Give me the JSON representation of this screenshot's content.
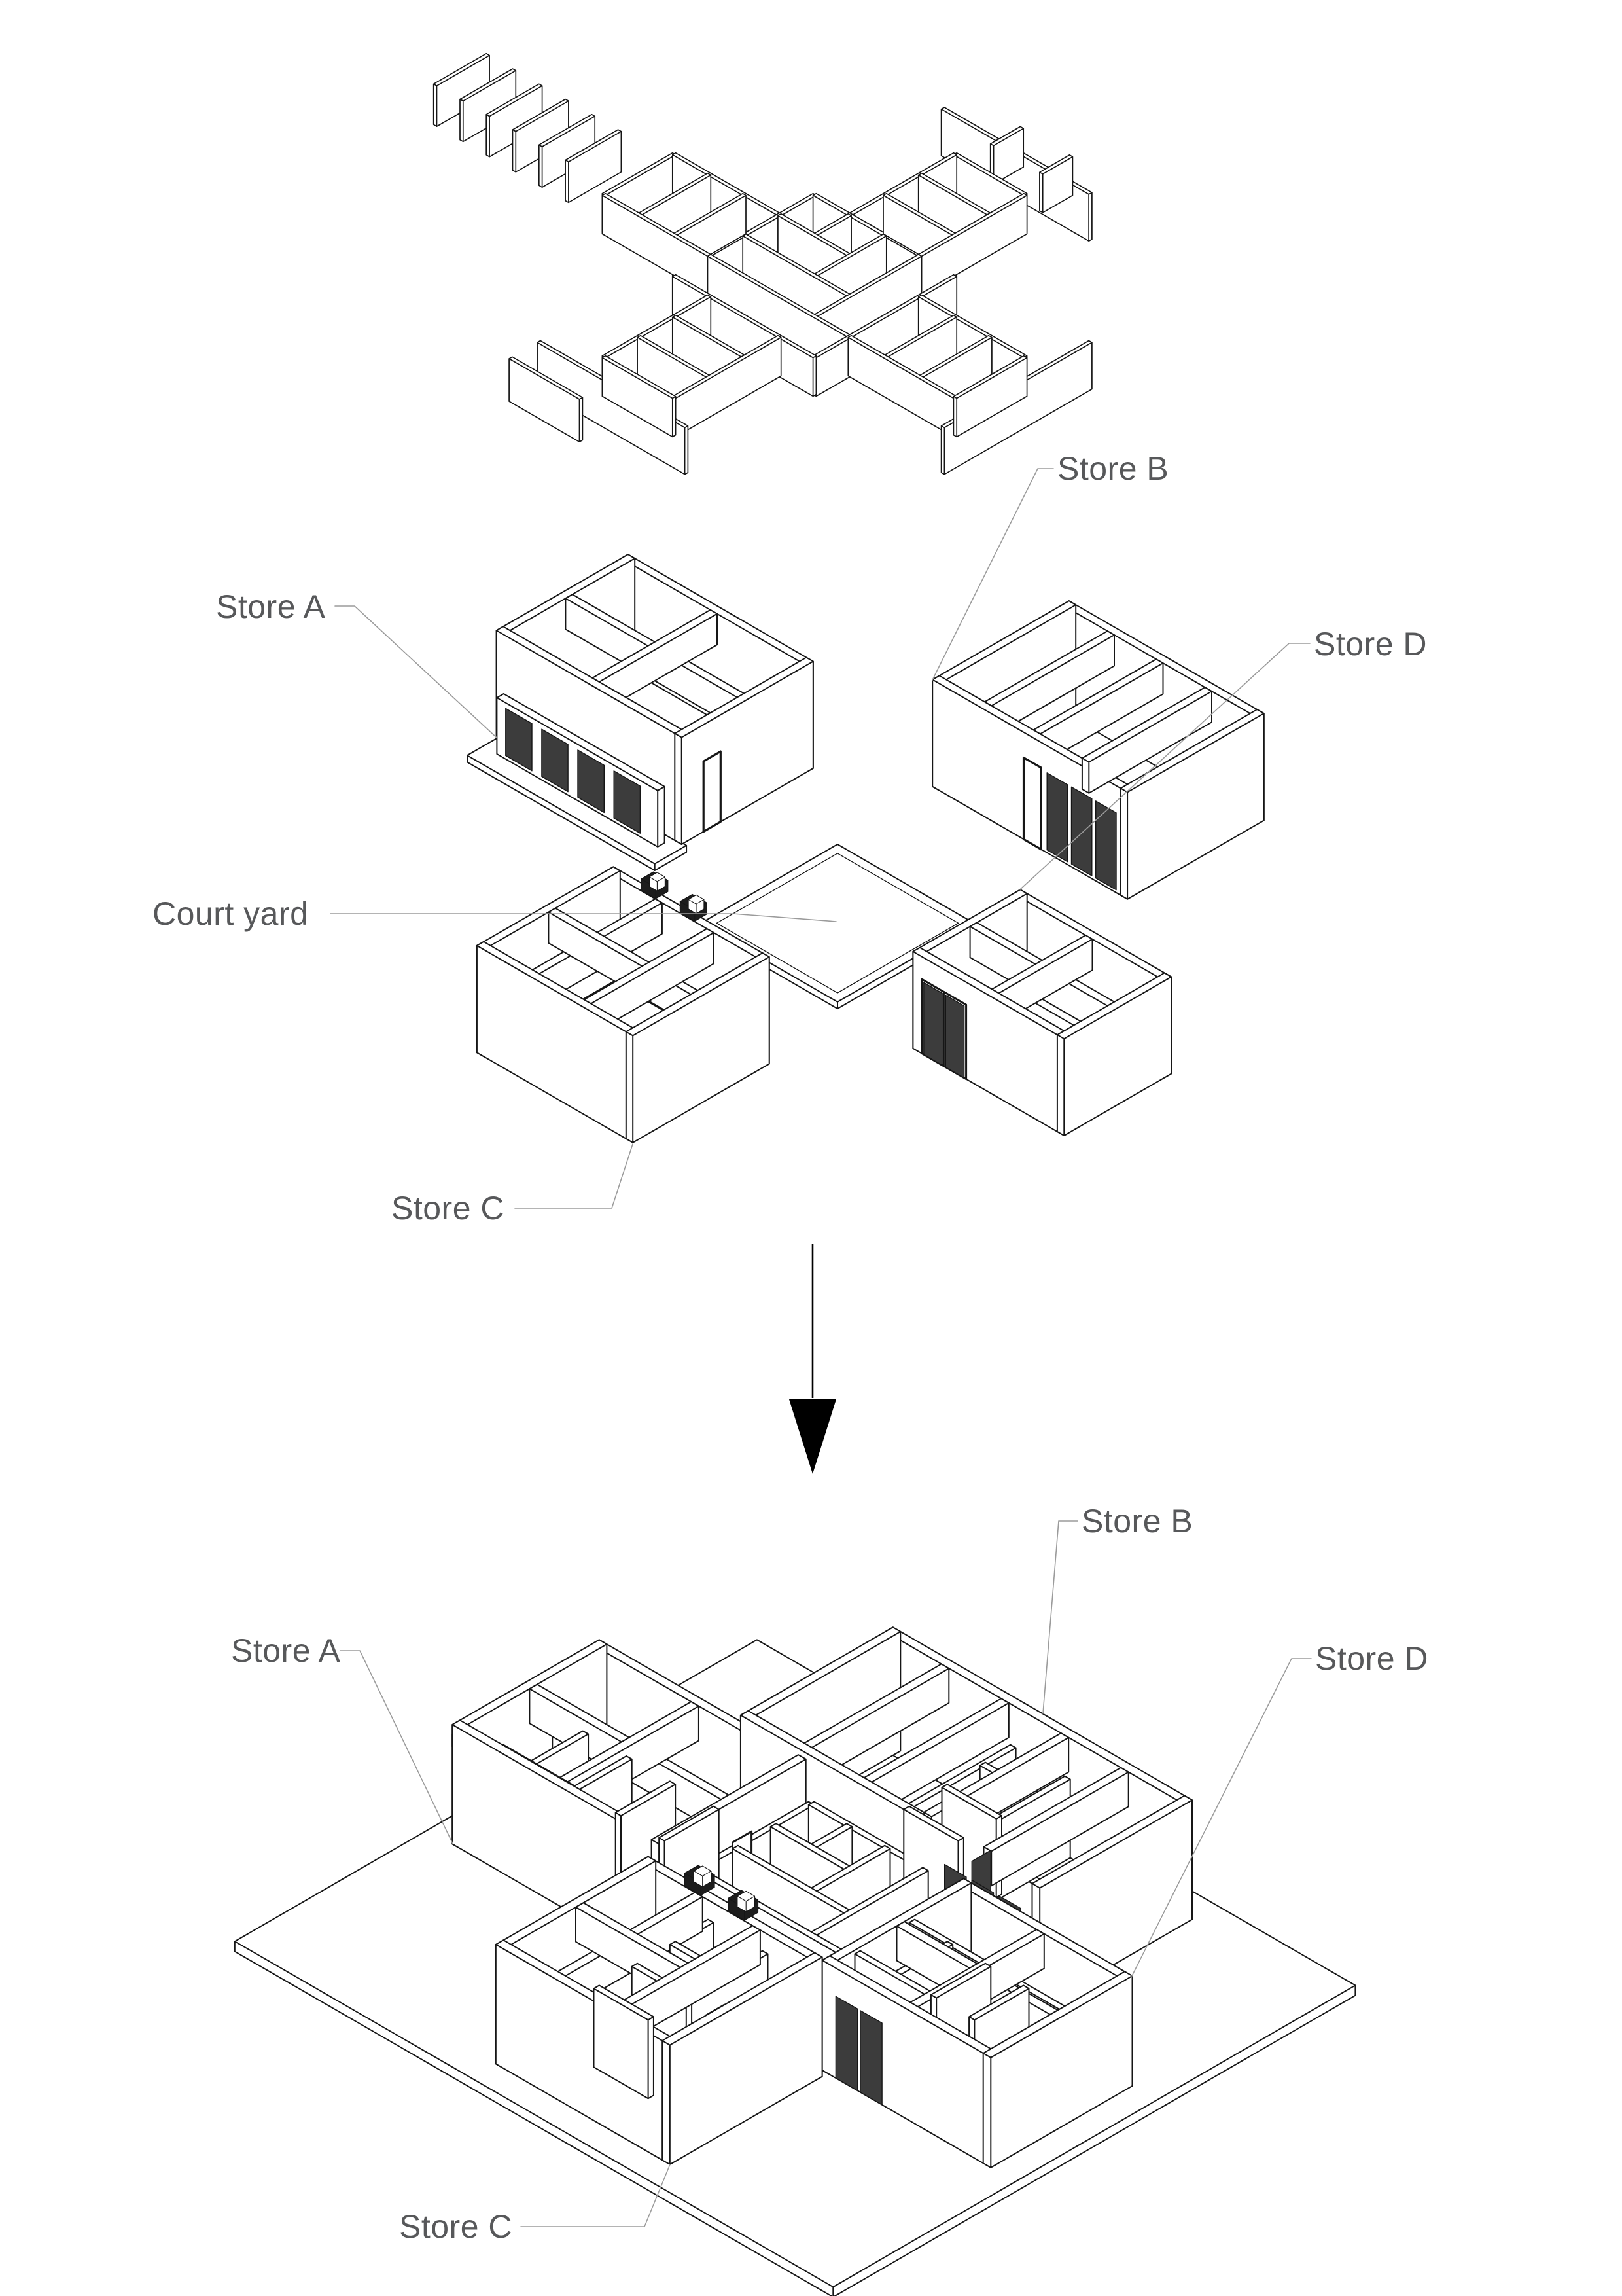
{
  "exploded_view": {
    "labels": {
      "store_a": "Store A",
      "store_b": "Store B",
      "store_c": "Store C",
      "store_d": "Store D",
      "court_yard": "Court yard"
    }
  },
  "assembled_view": {
    "labels": {
      "store_a": "Store A",
      "store_b": "Store B",
      "store_c": "Store C",
      "store_d": "Store D"
    }
  },
  "colors": {
    "background": "#ffffff",
    "line": "#161616",
    "label_text": "#57585a",
    "leader": "#9b9b9b",
    "glass": "#3c3c3c",
    "arrow": "#000000"
  }
}
